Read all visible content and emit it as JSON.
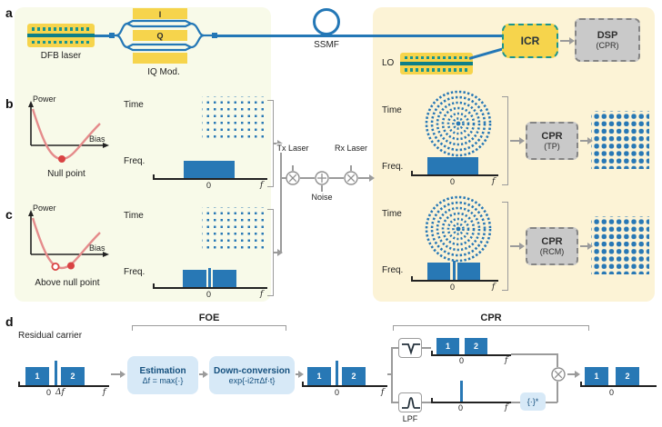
{
  "panel_labels": {
    "a": "a",
    "b": "b",
    "c": "c",
    "d": "d"
  },
  "labels": {
    "time": "Time",
    "freq": "Freq.",
    "zero": "0",
    "f": "f",
    "one": "1",
    "two": "2",
    "delta_f": "Δf",
    "power": "Power",
    "bias": "Bias"
  },
  "transmitter": {
    "dfb": "DFB laser",
    "iq_mod": "IQ Mod.",
    "i": "I",
    "q": "Q",
    "ssmf": "SSMF"
  },
  "receiver": {
    "lo": "LO",
    "icr": "ICR",
    "dsp_line1": "DSP",
    "dsp_line2": "(CPR)",
    "cpr_tp_line1": "CPR",
    "cpr_tp_line2": "(TP)",
    "cpr_rcm_line1": "CPR",
    "cpr_rcm_line2": "(RCM)"
  },
  "bias_points": {
    "null": "Null point",
    "above_null": "Above null point"
  },
  "channel": {
    "tx_laser": "Tx Laser",
    "noise": "Noise",
    "rx_laser": "Rx Laser"
  },
  "dsp_chain": {
    "residual_carrier": "Residual carrier",
    "foe_bracket": "FOE",
    "cpr_bracket": "CPR",
    "estimation_title": "Estimation",
    "estimation_expr": "Δf = max{·}",
    "downconv_title": "Down-conversion",
    "downconv_expr": "exp{-i2πΔf·t}",
    "lpf": "LPF",
    "conjugate": "{·}*"
  },
  "colors": {
    "signal_blue": "#2878b5",
    "waveguide_blue": "#2377b6",
    "chip_yellow": "#f6d44c",
    "electrode_teal": "#1a948e",
    "panel_left_bg": "#f8fae9",
    "panel_right_bg": "#fcf3d6",
    "curve_red": "#e58b8b",
    "point_red": "#d94343",
    "chip_gray": "#c9c9c9",
    "process_box_blue": "#d7e9f7",
    "process_text_blue": "#15507e",
    "connector_gray": "#9b9b9b"
  }
}
